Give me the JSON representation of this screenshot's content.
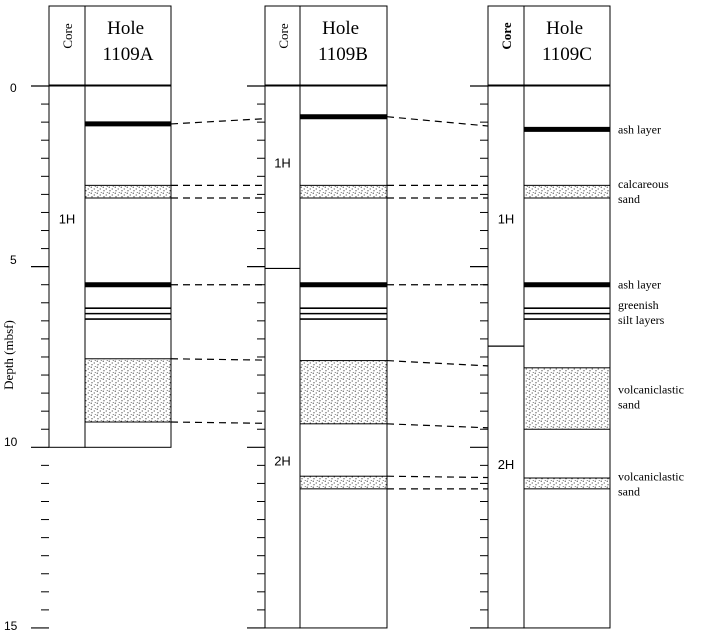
{
  "axis": {
    "label": "Depth (mbsf)",
    "ticks": [
      "0",
      "5",
      "10",
      "15"
    ]
  },
  "headers": {
    "core_label": "Core",
    "holes": [
      "Hole\n1109A",
      "Hole\n1109B",
      "Hole\n1109C"
    ]
  },
  "depth_range": [
    0,
    15
  ],
  "holes": [
    {
      "id": "1109A",
      "cores": [
        {
          "label": "1H",
          "top": 0,
          "bottom": 10.0
        }
      ],
      "bottom": 10.0,
      "ash": [
        1.05,
        5.5
      ],
      "silt": [
        6.15,
        6.3,
        6.45
      ],
      "sand": [
        [
          2.75,
          3.1
        ],
        [
          7.55,
          9.3
        ]
      ]
    },
    {
      "id": "1109B",
      "cores": [
        {
          "label": "1H",
          "top": 0,
          "bottom": 5.05
        },
        {
          "label": "2H",
          "top": 5.05,
          "bottom": 15.0
        }
      ],
      "bottom": 15.0,
      "ash": [
        0.85,
        5.5
      ],
      "silt": [
        6.15,
        6.3,
        6.45
      ],
      "sand": [
        [
          2.75,
          3.1
        ],
        [
          7.6,
          9.35
        ],
        [
          10.8,
          11.15
        ]
      ]
    },
    {
      "id": "1109C",
      "cores": [
        {
          "label": "1H",
          "top": 0,
          "bottom": 7.2
        },
        {
          "label": "2H",
          "top": 7.2,
          "bottom": 15.0
        }
      ],
      "bottom": 15.0,
      "ash": [
        1.2,
        5.5
      ],
      "silt": [
        6.15,
        6.3,
        6.45
      ],
      "sand": [
        [
          2.75,
          3.1
        ],
        [
          7.8,
          9.5
        ],
        [
          10.85,
          11.15
        ]
      ]
    }
  ],
  "correlations": [
    [
      1.05,
      0.85,
      1.2
    ],
    [
      2.75,
      2.75,
      2.75
    ],
    [
      3.1,
      3.1,
      3.1
    ],
    [
      5.5,
      5.5,
      5.5
    ],
    [
      7.55,
      7.6,
      7.8
    ],
    [
      9.3,
      9.35,
      9.5
    ],
    [
      null,
      10.8,
      10.85
    ],
    [
      null,
      11.15,
      11.15
    ]
  ],
  "annotations": [
    {
      "text": "ash layer",
      "depth": 1.2
    },
    {
      "text": "calcareous\nsand",
      "depth": 2.9
    },
    {
      "text": "ash layer",
      "depth": 5.5
    },
    {
      "text": "greenish\nsilt layers",
      "depth": 6.25
    },
    {
      "text": "volcaniclastic\nsand",
      "depth": 8.6
    },
    {
      "text": "volcaniclastic\nsand",
      "depth": 11.0
    }
  ],
  "colors": {
    "ink": "#000000",
    "paper": "#ffffff"
  }
}
